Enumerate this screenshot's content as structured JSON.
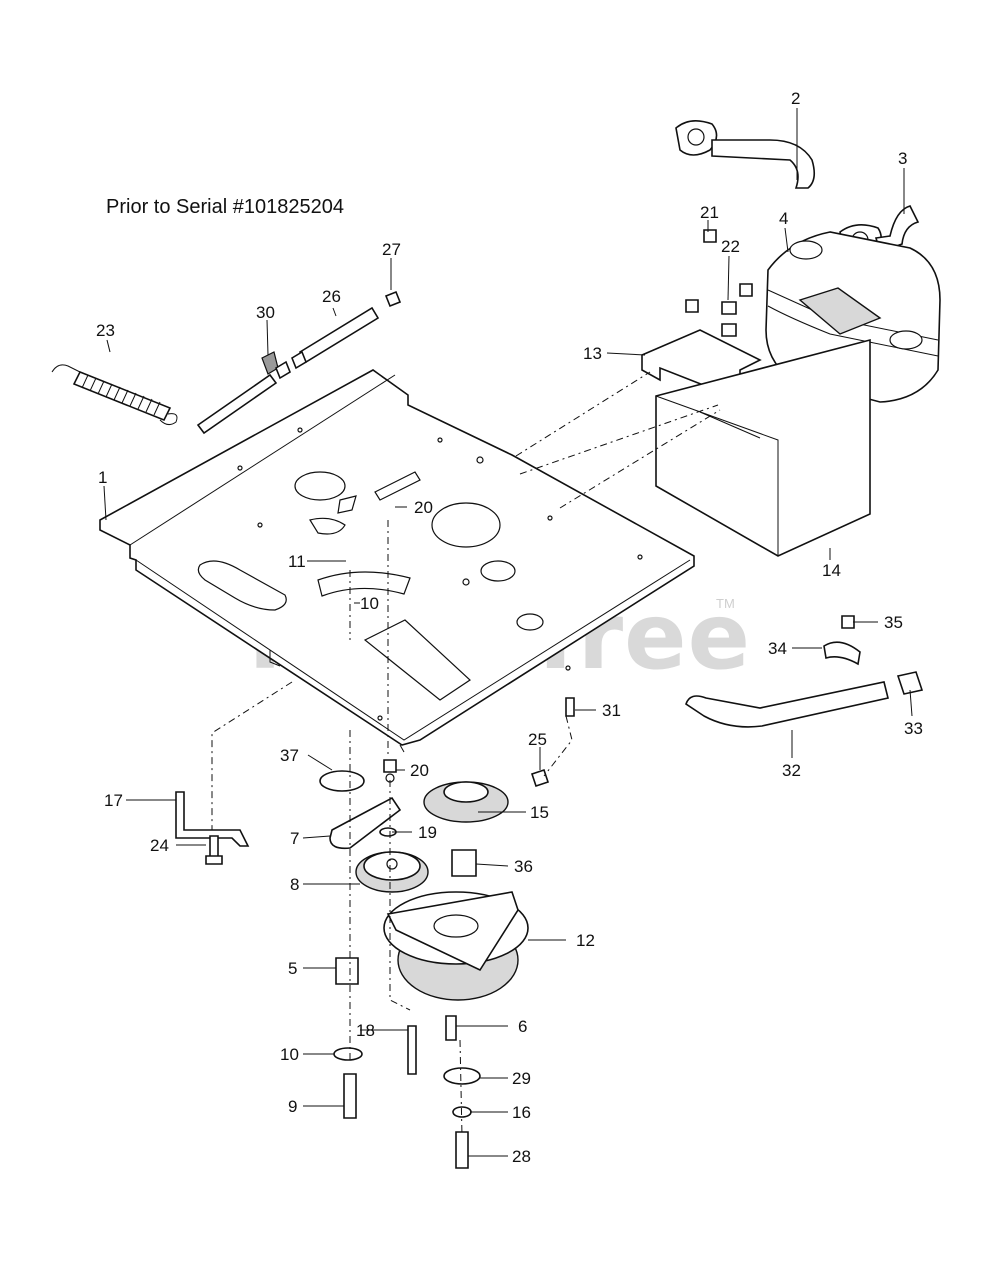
{
  "caption": "Prior to Serial #101825204",
  "watermark": "PartsTree",
  "trademark": "TM",
  "callouts": {
    "c1": "1",
    "c2": "2",
    "c3": "3",
    "c4": "4",
    "c5": "5",
    "c6": "6",
    "c7": "7",
    "c8": "8",
    "c9": "9",
    "c10a": "10",
    "c10b": "10",
    "c11": "11",
    "c12": "12",
    "c13": "13",
    "c14": "14",
    "c15": "15",
    "c16": "16",
    "c17": "17",
    "c18": "18",
    "c19": "19",
    "c20a": "20",
    "c20b": "20",
    "c21": "21",
    "c22": "22",
    "c23": "23",
    "c24": "24",
    "c25": "25",
    "c26": "26",
    "c27": "27",
    "c28": "28",
    "c29": "29",
    "c30": "30",
    "c31": "31",
    "c32": "32",
    "c33": "33",
    "c34": "34",
    "c35": "35",
    "c36": "36",
    "c37": "37"
  }
}
